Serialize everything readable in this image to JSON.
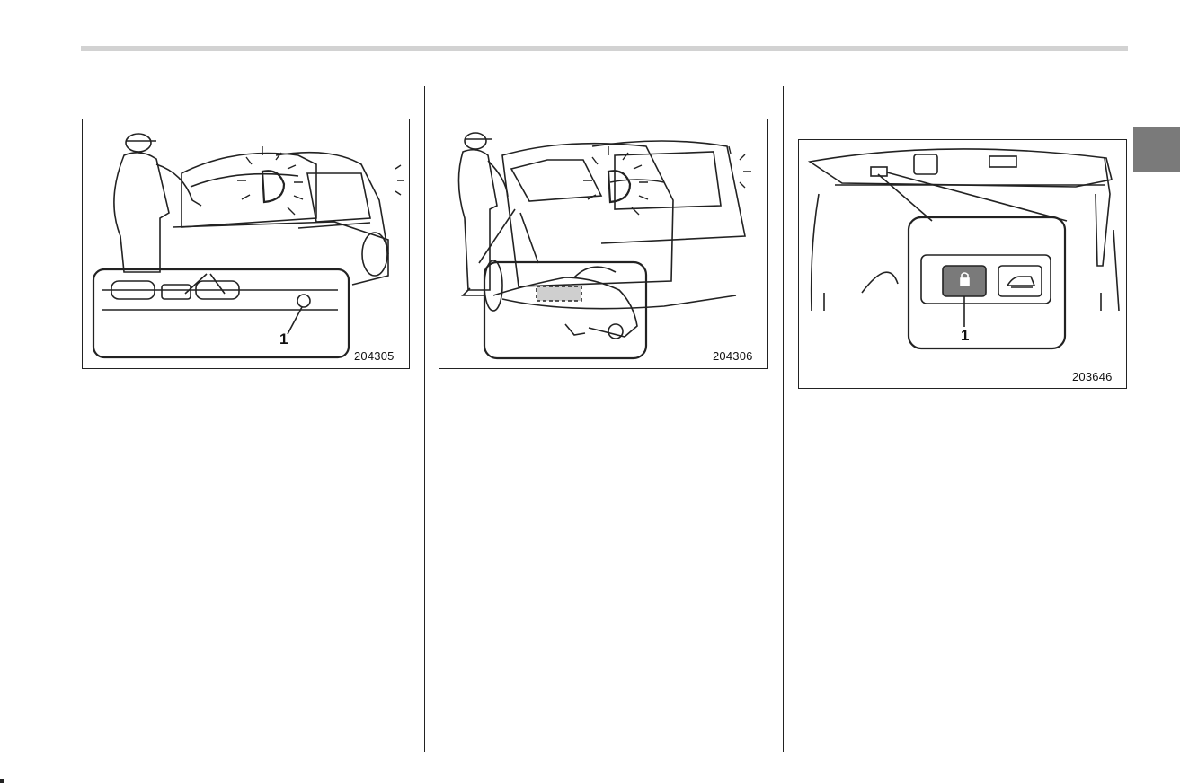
{
  "figures": [
    {
      "id": "204305",
      "callout": "1",
      "icon": "rear-gate-latch-button-illustration"
    },
    {
      "id": "204306",
      "callout": "",
      "icon": "door-handle-sensor-illustration"
    },
    {
      "id": "203646",
      "callout": "1",
      "icon": "rear-gate-lock-switch-illustration"
    }
  ],
  "colors": {
    "rule": "#d2d2d2",
    "tab": "#7a7a7a",
    "line": "#222222"
  }
}
